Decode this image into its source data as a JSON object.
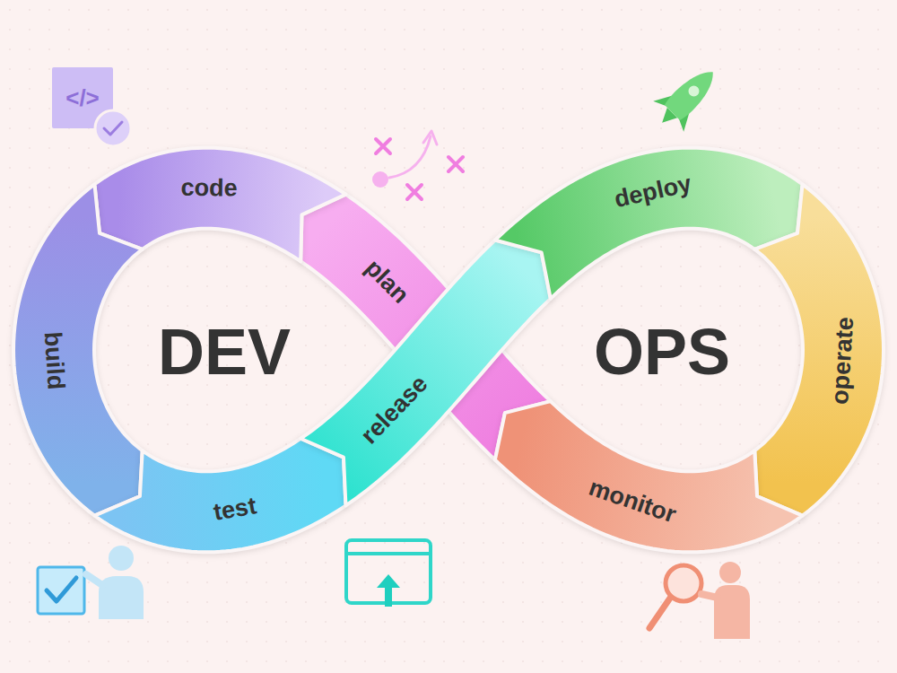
{
  "diagram": {
    "nodes": [
      {
        "text": [
          "plan"
        ]
      },
      {
        "text": [
          "code"
        ]
      },
      {
        "text": [
          "build"
        ]
      },
      {
        "text": [
          "test"
        ]
      },
      {
        "text": [
          "release"
        ]
      },
      {
        "text": [
          "deploy"
        ]
      },
      {
        "text": [
          "operate"
        ]
      },
      {
        "text": [
          "monitor"
        ]
      }
    ],
    "labels": [
      "DEV",
      "OPS",
      "</>"
    ]
  }
}
